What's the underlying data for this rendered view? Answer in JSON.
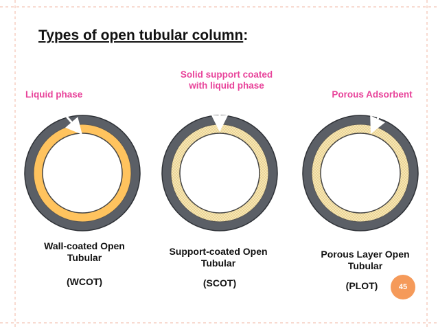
{
  "title": {
    "main": "Types of open tubular column",
    "suffix": ":"
  },
  "labels": {
    "liquid_phase": "Liquid phase",
    "solid_support_line1": "Solid support coated",
    "solid_support_line2": "with liquid phase",
    "porous_adsorbent": "Porous Adsorbent"
  },
  "columns": [
    {
      "line1": "Wall-coated Open",
      "line2": "Tubular",
      "abbr": "(WCOT)"
    },
    {
      "line1": "Support-coated Open",
      "line2": "Tubular",
      "abbr": "(SCOT)"
    },
    {
      "line1": "Porous Layer Open",
      "line2": "Tubular",
      "abbr": "(PLOT)"
    }
  ],
  "page_number": "45",
  "colors": {
    "tube_wall": "#5b5f66",
    "liquid_layer": "#ffc35e",
    "support_layer": "#f6e6b4",
    "label_pink": "#e8439a",
    "badge": "#f59a5a"
  }
}
